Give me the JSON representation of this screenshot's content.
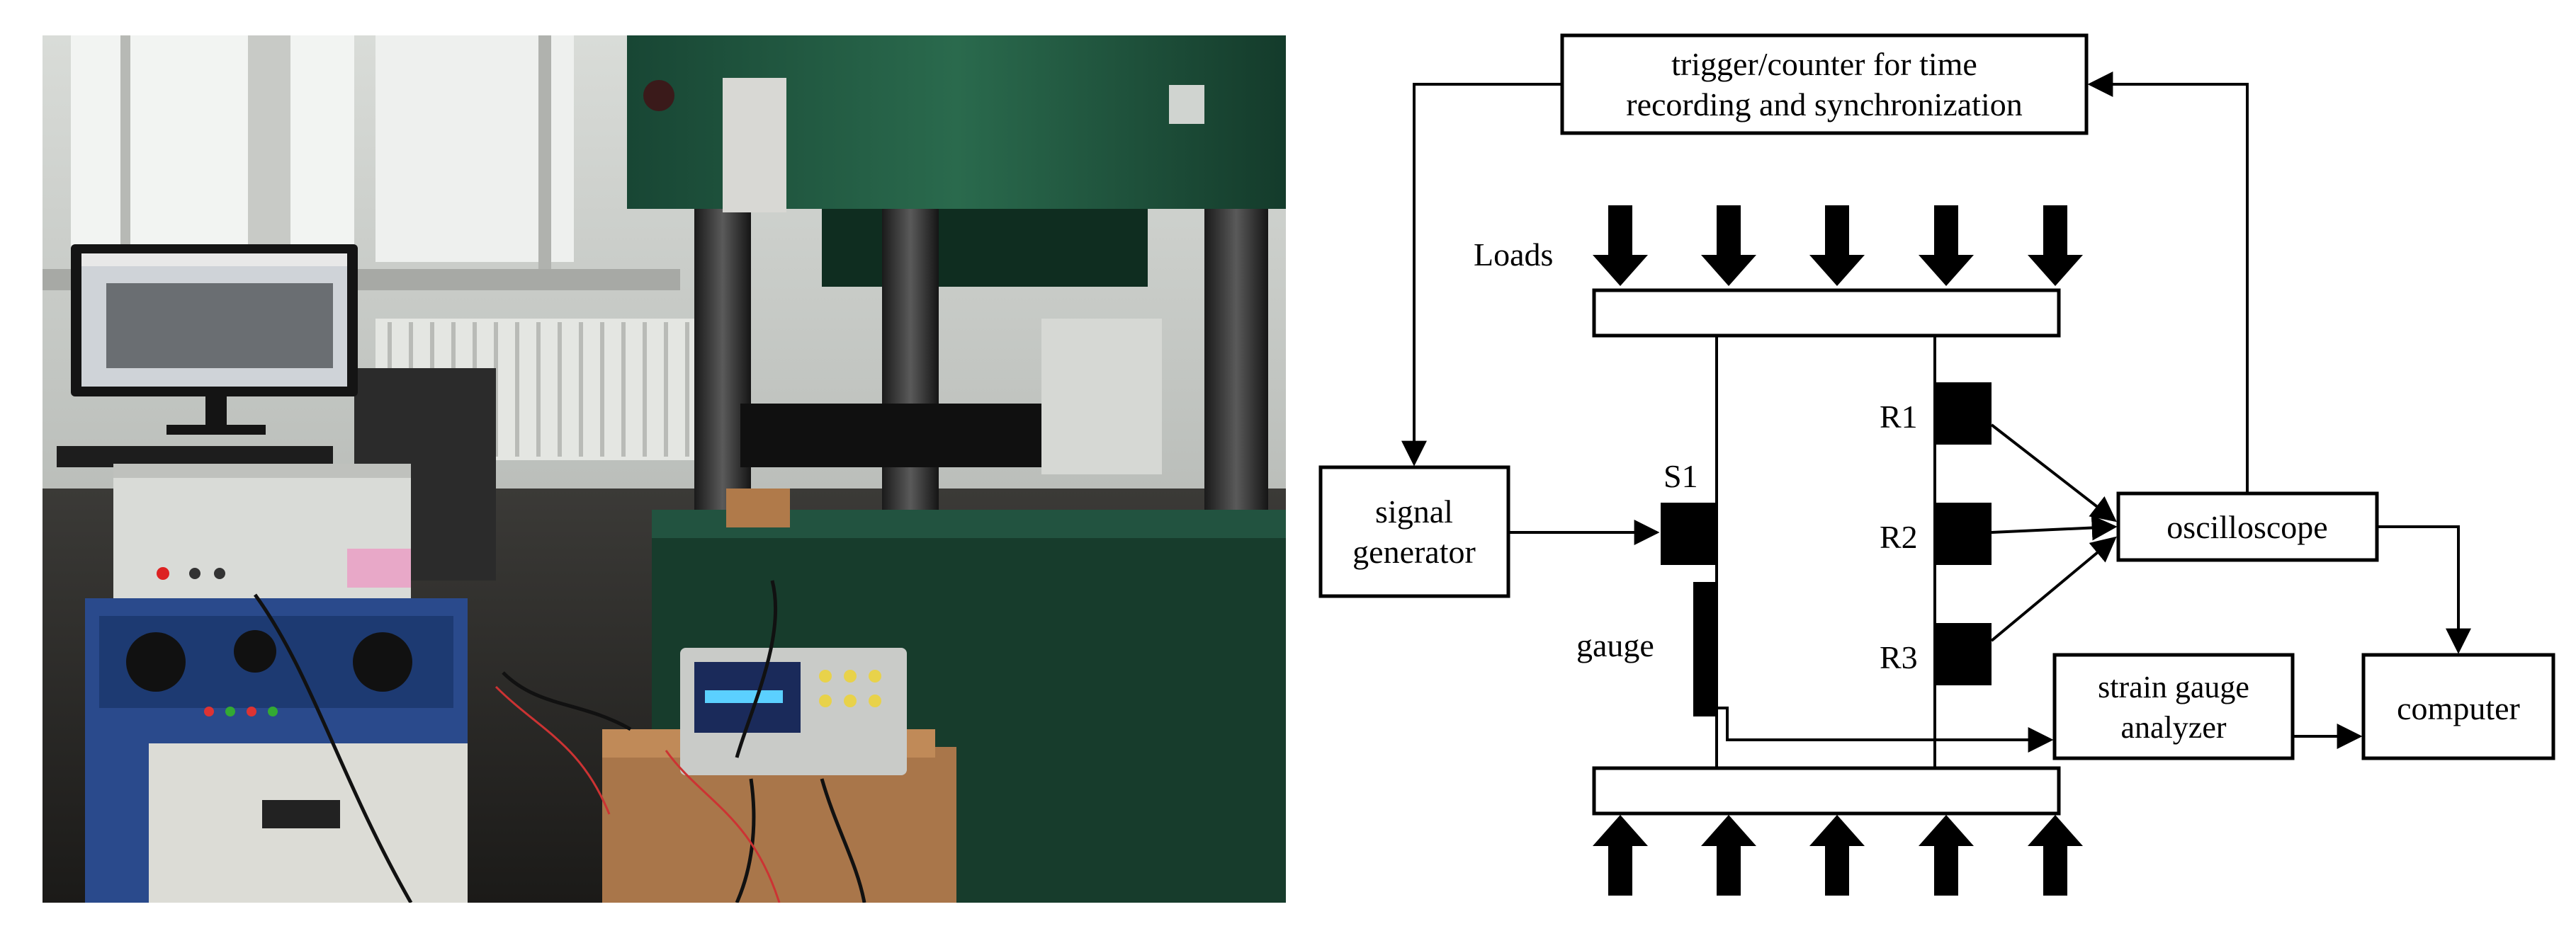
{
  "photo": {
    "description_icon": "laboratory-test-setup-photo-icon"
  },
  "diagram": {
    "trigger_line1": "trigger/counter for time",
    "trigger_line2": "recording and synchronization",
    "loads": "Loads",
    "signal_gen_line1": "signal",
    "signal_gen_line2": "generator",
    "s1": "S1",
    "gauge": "gauge",
    "r1": "R1",
    "r2": "R2",
    "r3": "R3",
    "oscilloscope": "oscilloscope",
    "strain_line1": "strain gauge",
    "strain_line2": "analyzer",
    "computer": "computer"
  },
  "colors": {
    "ink": "#000000",
    "machine_green": "#1f5a3e",
    "cabinet_blue": "#2a4a8c"
  }
}
